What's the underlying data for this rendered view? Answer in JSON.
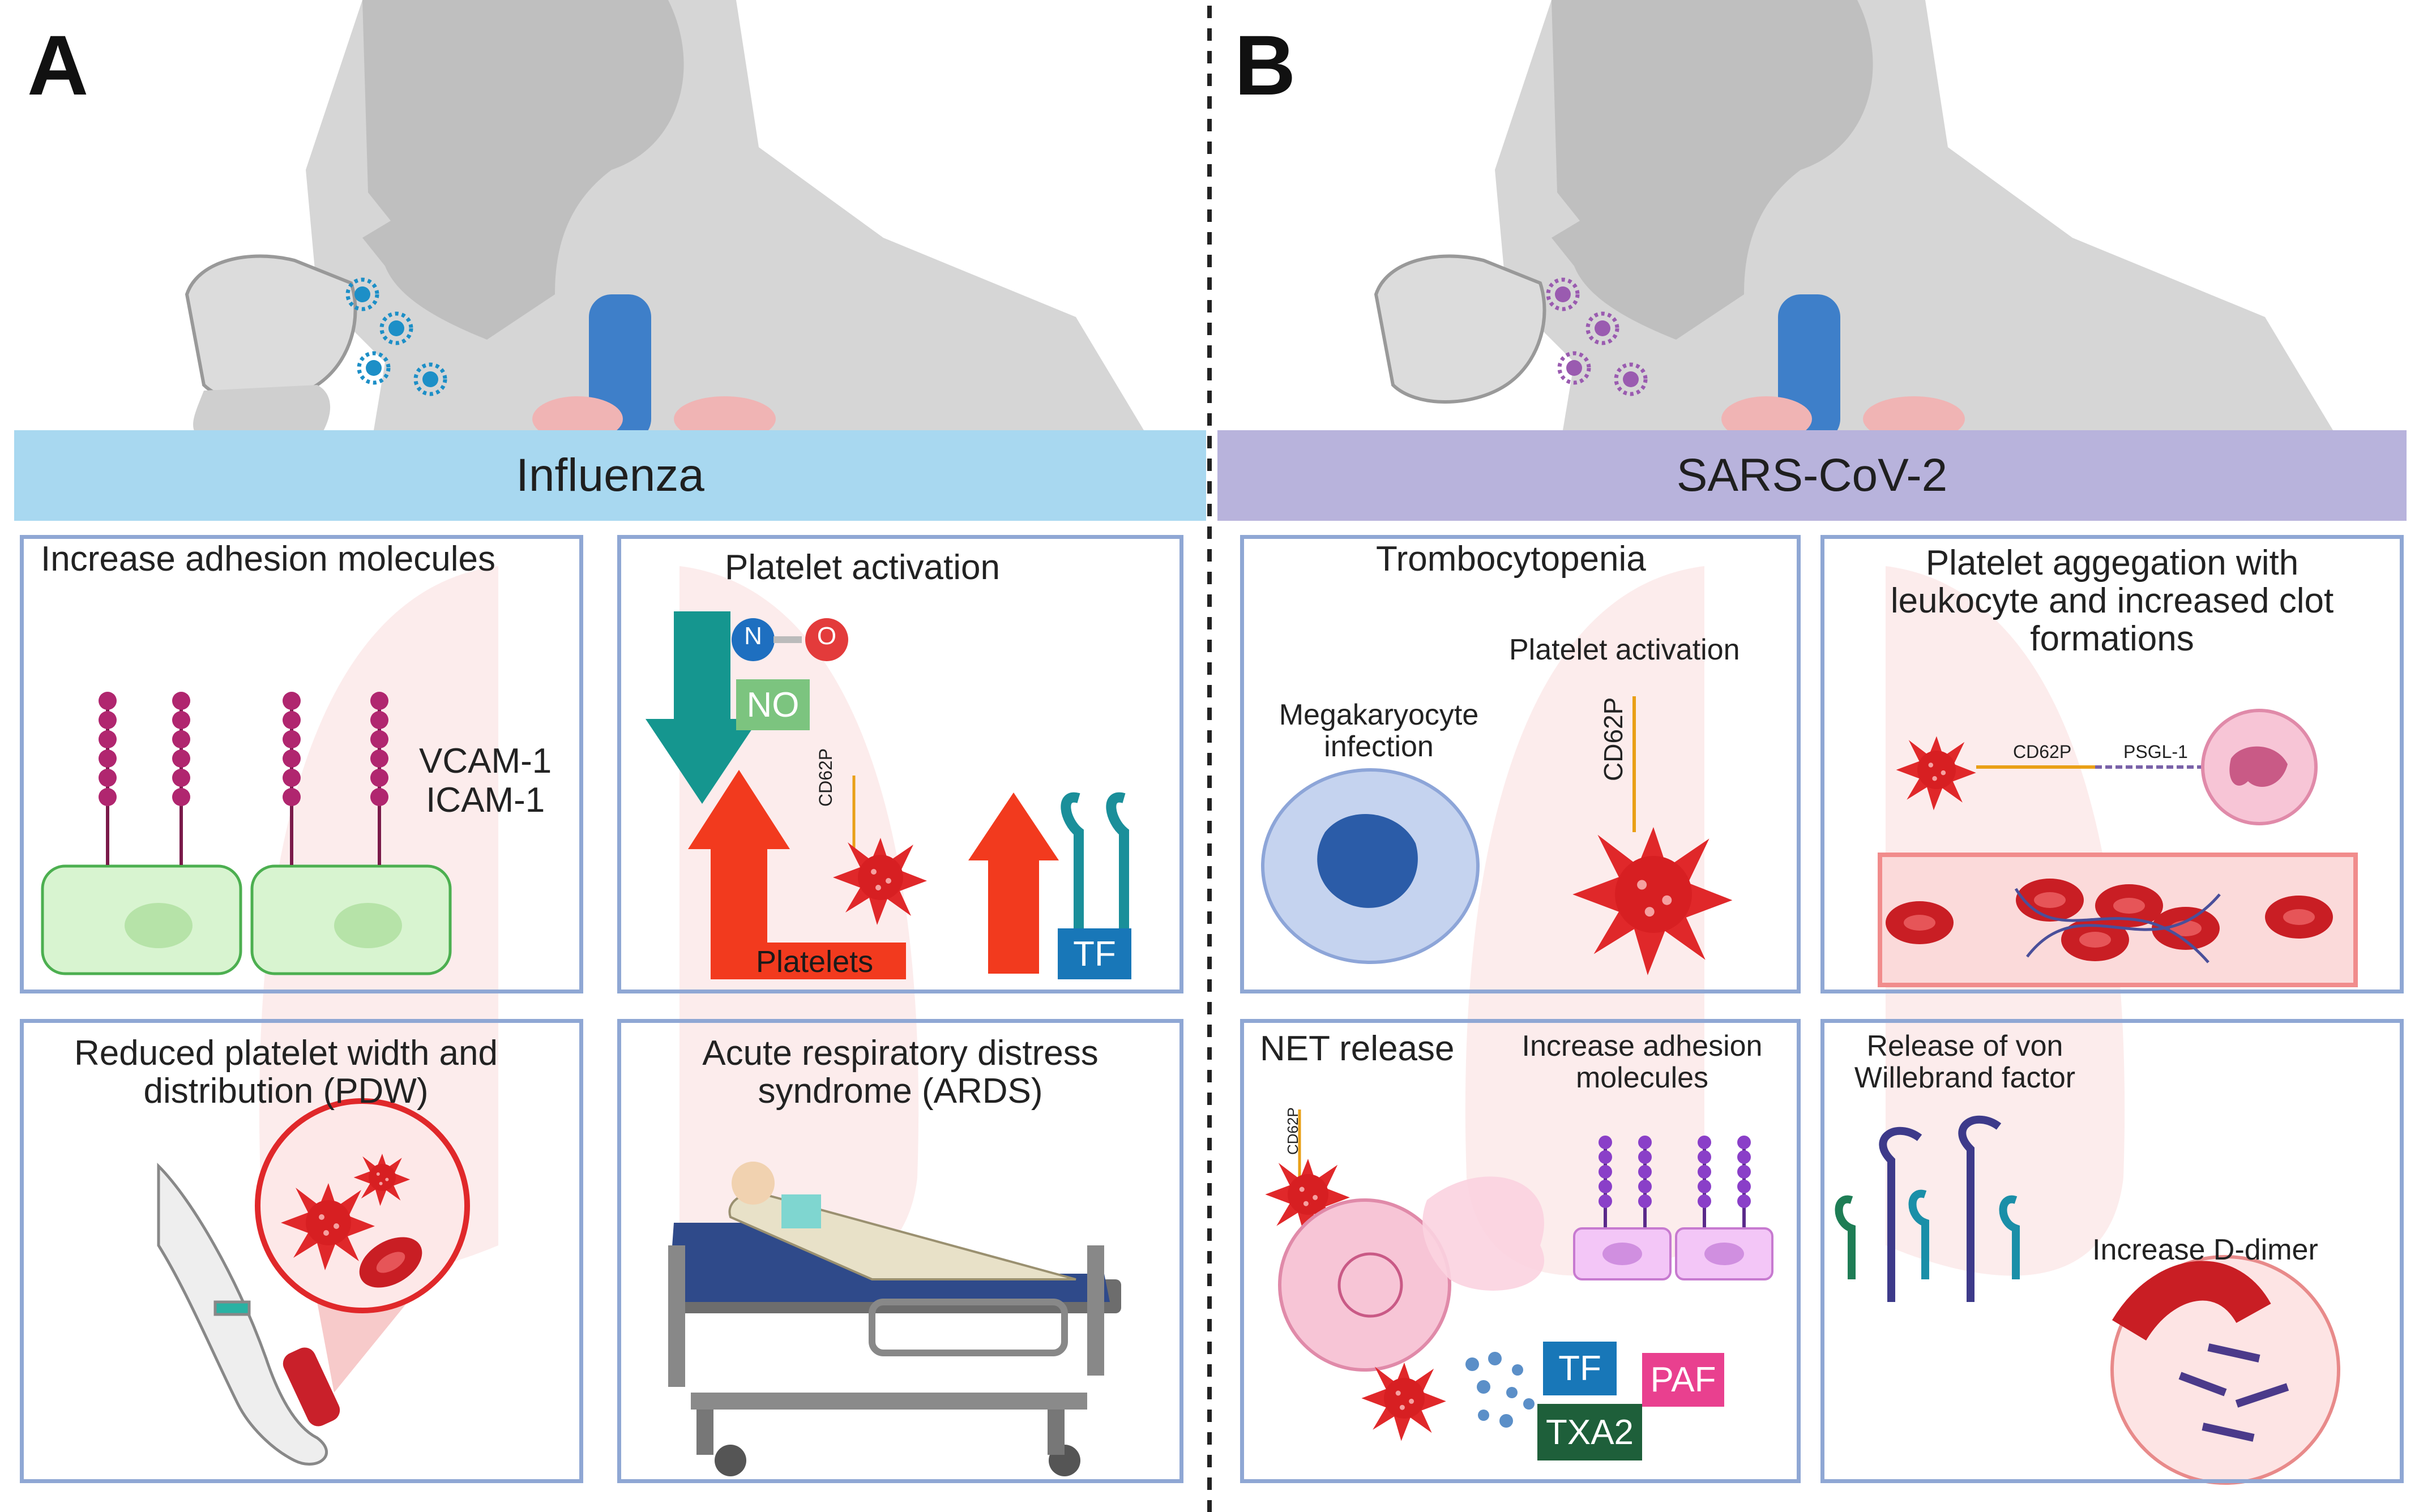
{
  "panels": {
    "a": {
      "letter": "A",
      "banner": "Influenza",
      "adhesion": {
        "title": "Increase adhesion molecules",
        "molecules": "VCAM-1\nICAM-1"
      },
      "platelet_activation": {
        "title": "Platelet  activation",
        "n": "N",
        "o": "O",
        "no_label": "NO",
        "cd62p": "CD62P",
        "platelets_label": "Platelets",
        "tf_label": "TF"
      },
      "pdw": {
        "title": "Reduced platelet width and\ndistribution (PDW)"
      },
      "ards": {
        "title": "Acute respiratory distress\nsyndrome (ARDS)"
      }
    },
    "b": {
      "letter": "B",
      "banner": "SARS-CoV-2",
      "thrombocytopenia": {
        "title": "Trombocytopenia",
        "megakaryocyte": "Megakaryocyte\ninfection",
        "platelet_activation": "Platelet activation",
        "cd62p": "CD62P"
      },
      "aggregation": {
        "title": "Platelet aggegation with\nleukocyte and increased clot\nformations",
        "cd62p": "CD62P",
        "psgl1": "PSGL-1"
      },
      "net": {
        "title": "NET release",
        "adhesion_title": "Increase adhesion\nmolecules",
        "cd62p": "CD62P",
        "tf": "TF",
        "paf": "PAF",
        "txa2": "TXA2"
      },
      "vwf": {
        "title": "Release of von\nWillebrand factor",
        "ddimer": "Increase D-dimer"
      }
    }
  },
  "colors": {
    "influenza_banner": "#a8d8f0",
    "sars_banner": "#b8b3dc",
    "box_border": "#8fa7d4",
    "platelet_red": "#e0282a",
    "arrow_red": "#f23a1e",
    "arrow_teal": "#15968f",
    "no_green": "#7cc47f",
    "tf_blue": "#1877b8",
    "paf_pink": "#e9408f",
    "txa2_green": "#1e5f3a"
  },
  "icons": [
    "coughing-man",
    "virus-particle",
    "trachea",
    "lungs",
    "platelet",
    "endothelial-cell",
    "adhesion-molecule",
    "neutrophil",
    "megakaryocyte",
    "blood-vessel-clot",
    "hospital-bed-patient",
    "arm-blood-draw",
    "von-willebrand-factor"
  ]
}
